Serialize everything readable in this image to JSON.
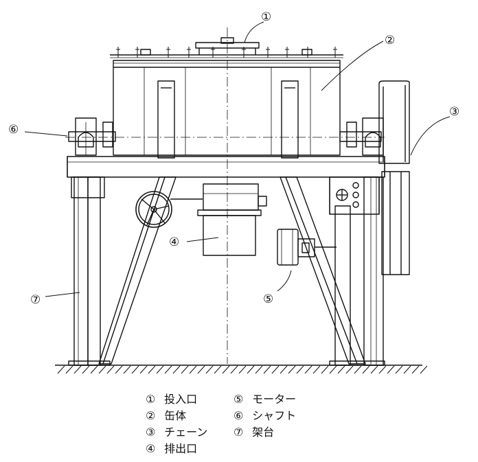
{
  "callouts": [
    {
      "num": "①"
    },
    {
      "num": "②"
    },
    {
      "num": "③"
    },
    {
      "num": "④"
    },
    {
      "num": "⑤"
    },
    {
      "num": "⑥"
    },
    {
      "num": "⑦"
    }
  ],
  "legend": [
    {
      "num": "①",
      "label": "投入口"
    },
    {
      "num": "②",
      "label": "缶体"
    },
    {
      "num": "③",
      "label": "チェーン"
    },
    {
      "num": "④",
      "label": "排出口"
    },
    {
      "num": "⑤",
      "label": "モーター"
    },
    {
      "num": "⑥",
      "label": "シャフト"
    },
    {
      "num": "⑦",
      "label": "架台"
    }
  ]
}
